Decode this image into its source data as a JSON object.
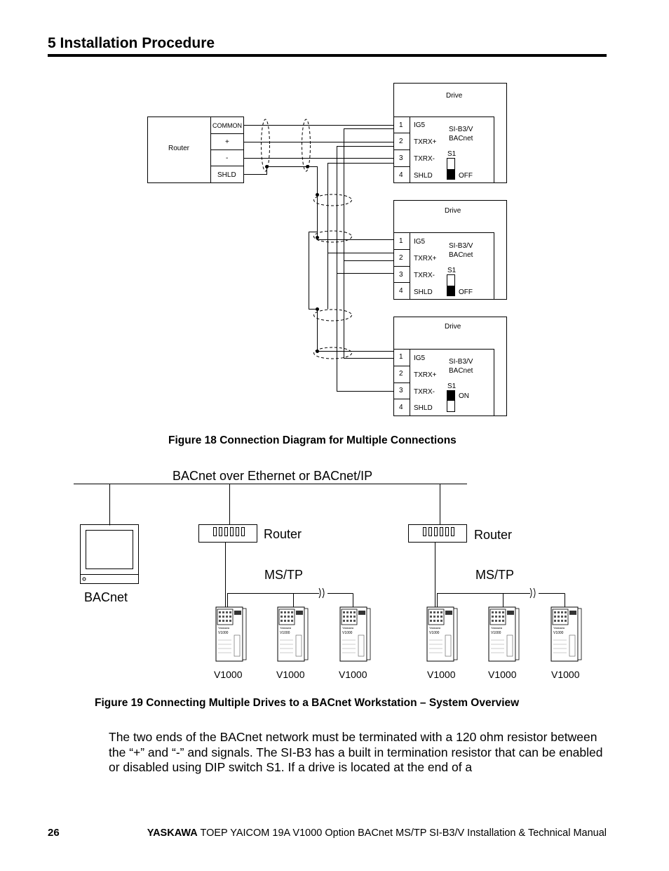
{
  "header": {
    "section_title": "5  Installation Procedure"
  },
  "figure18": {
    "router_label": "Router",
    "router_terminals": [
      "COMMON",
      "+",
      "-",
      "SHLD"
    ],
    "drives": [
      {
        "title": "Drive",
        "terminal_numbers": [
          "1",
          "2",
          "3",
          "4"
        ],
        "terminal_names": [
          "IG5",
          "TXRX+",
          "TXRX-",
          "SHLD"
        ],
        "option_line1": "SI-B3/V",
        "option_line2": "BACnet",
        "switch_label": "S1",
        "switch_state": "OFF"
      },
      {
        "title": "Drive",
        "terminal_numbers": [
          "1",
          "2",
          "3",
          "4"
        ],
        "terminal_names": [
          "IG5",
          "TXRX+",
          "TXRX-",
          "SHLD"
        ],
        "option_line1": "SI-B3/V",
        "option_line2": "BACnet",
        "switch_label": "S1",
        "switch_state": "OFF"
      },
      {
        "title": "Drive",
        "terminal_numbers": [
          "1",
          "2",
          "3",
          "4"
        ],
        "terminal_names": [
          "IG5",
          "TXRX+",
          "TXRX-",
          "SHLD"
        ],
        "option_line1": "SI-B3/V",
        "option_line2": "BACnet",
        "switch_label": "S1",
        "switch_state": "ON"
      }
    ],
    "caption": "Figure 18   Connection Diagram for Multiple Connections"
  },
  "figure19": {
    "network_label": "BACnet over Ethernet or BACnet/IP",
    "workstation_label": "BACnet",
    "router_label": "Router",
    "mstp_label": "MS/TP",
    "drive_model": "V1000",
    "drive_brand_mark": "Yaskawa",
    "caption": "Figure 19   Connecting Multiple Drives to a BACnet Workstation – System Overview"
  },
  "body": {
    "paragraph": "The two ends of the BACnet network must be terminated with a 120 ohm resistor between the “+” and “-” and signals. The SI-B3 has a built in termination resistor that can be enabled or disabled using DIP switch S1. If a drive is located at the end of a"
  },
  "footer": {
    "page_number": "26",
    "brand": "YASKAWA",
    "manual_title": " TOEP YAICOM 19A V1000 Option BACnet MS/TP SI-B3/V Installation & Technical Manual"
  }
}
